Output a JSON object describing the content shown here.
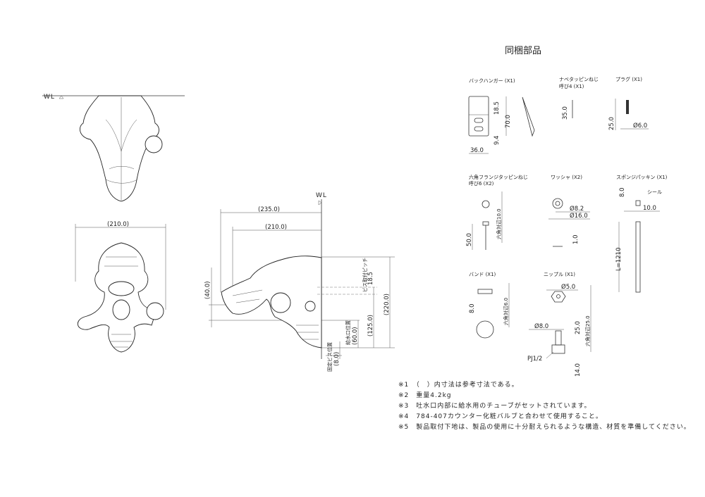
{
  "title": "同梱部品",
  "views": {
    "top": {
      "wl": "WL"
    },
    "front": {
      "width_dim": "(210.0)"
    },
    "side": {
      "wl": "WL",
      "dim_235": "(235.0)",
      "dim_210": "(210.0)",
      "dim_40": "(40.0)",
      "dim_220": "(220.0)",
      "dim_125": "(125.0)",
      "screw_pitch_label": "ビス取付ピッチ",
      "screw_pitch": "18.5",
      "inlet_label": "給水口位置",
      "inlet": "(60.0)",
      "fix_screw_label": "固定ビス位置",
      "fix_screw": "(8.0)"
    }
  },
  "parts": {
    "back_hanger": {
      "name": "バックハンガー (X1)",
      "d1": "18.5",
      "d2": "70.0",
      "d3": "9.4",
      "d4": "36.0"
    },
    "pan_screw": {
      "name": "ナベタッピンねじ",
      "size": "呼び4 (X1)",
      "d1": "35.0"
    },
    "plug": {
      "name": "プラグ (X1)",
      "d1": "25.0",
      "d2": "Ø6.0"
    },
    "hex_screw": {
      "name": "六角フランジタッピンねじ",
      "size": "呼び6 (X2)",
      "d1": "50.0",
      "d2": "六角対辺10.0"
    },
    "washer": {
      "name": "ワッシャ (X2)",
      "d1": "Ø8.2",
      "d2": "Ø16.0",
      "d3": "1.0"
    },
    "sponge": {
      "name": "スポンジパッキン (X1)",
      "seal": "シール",
      "d1": "8.0",
      "d2": "10.0",
      "d3": "L=1210"
    },
    "band": {
      "name": "バンド (X1)",
      "d1": "8.0",
      "d2": "六角対辺6.0"
    },
    "nipple": {
      "name": "ニップル (X1)",
      "d1": "Ø5.0",
      "d2": "Ø8.0",
      "d3": "25.0",
      "d4": "六角対辺25.0",
      "d5": "14.0",
      "thread": "PJ1/2"
    }
  },
  "notes": [
    "※1　（　）内寸法は参考寸法である。",
    "※2　重量4.2kg",
    "※3　吐水口内部に給水用のチューブがセットされています。",
    "※4　784-407カウンター化粧バルブと合わせて使用すること。",
    "※5　製品取付下地は、製品の使用に十分耐えられるような構造、材質を準備してください。"
  ]
}
